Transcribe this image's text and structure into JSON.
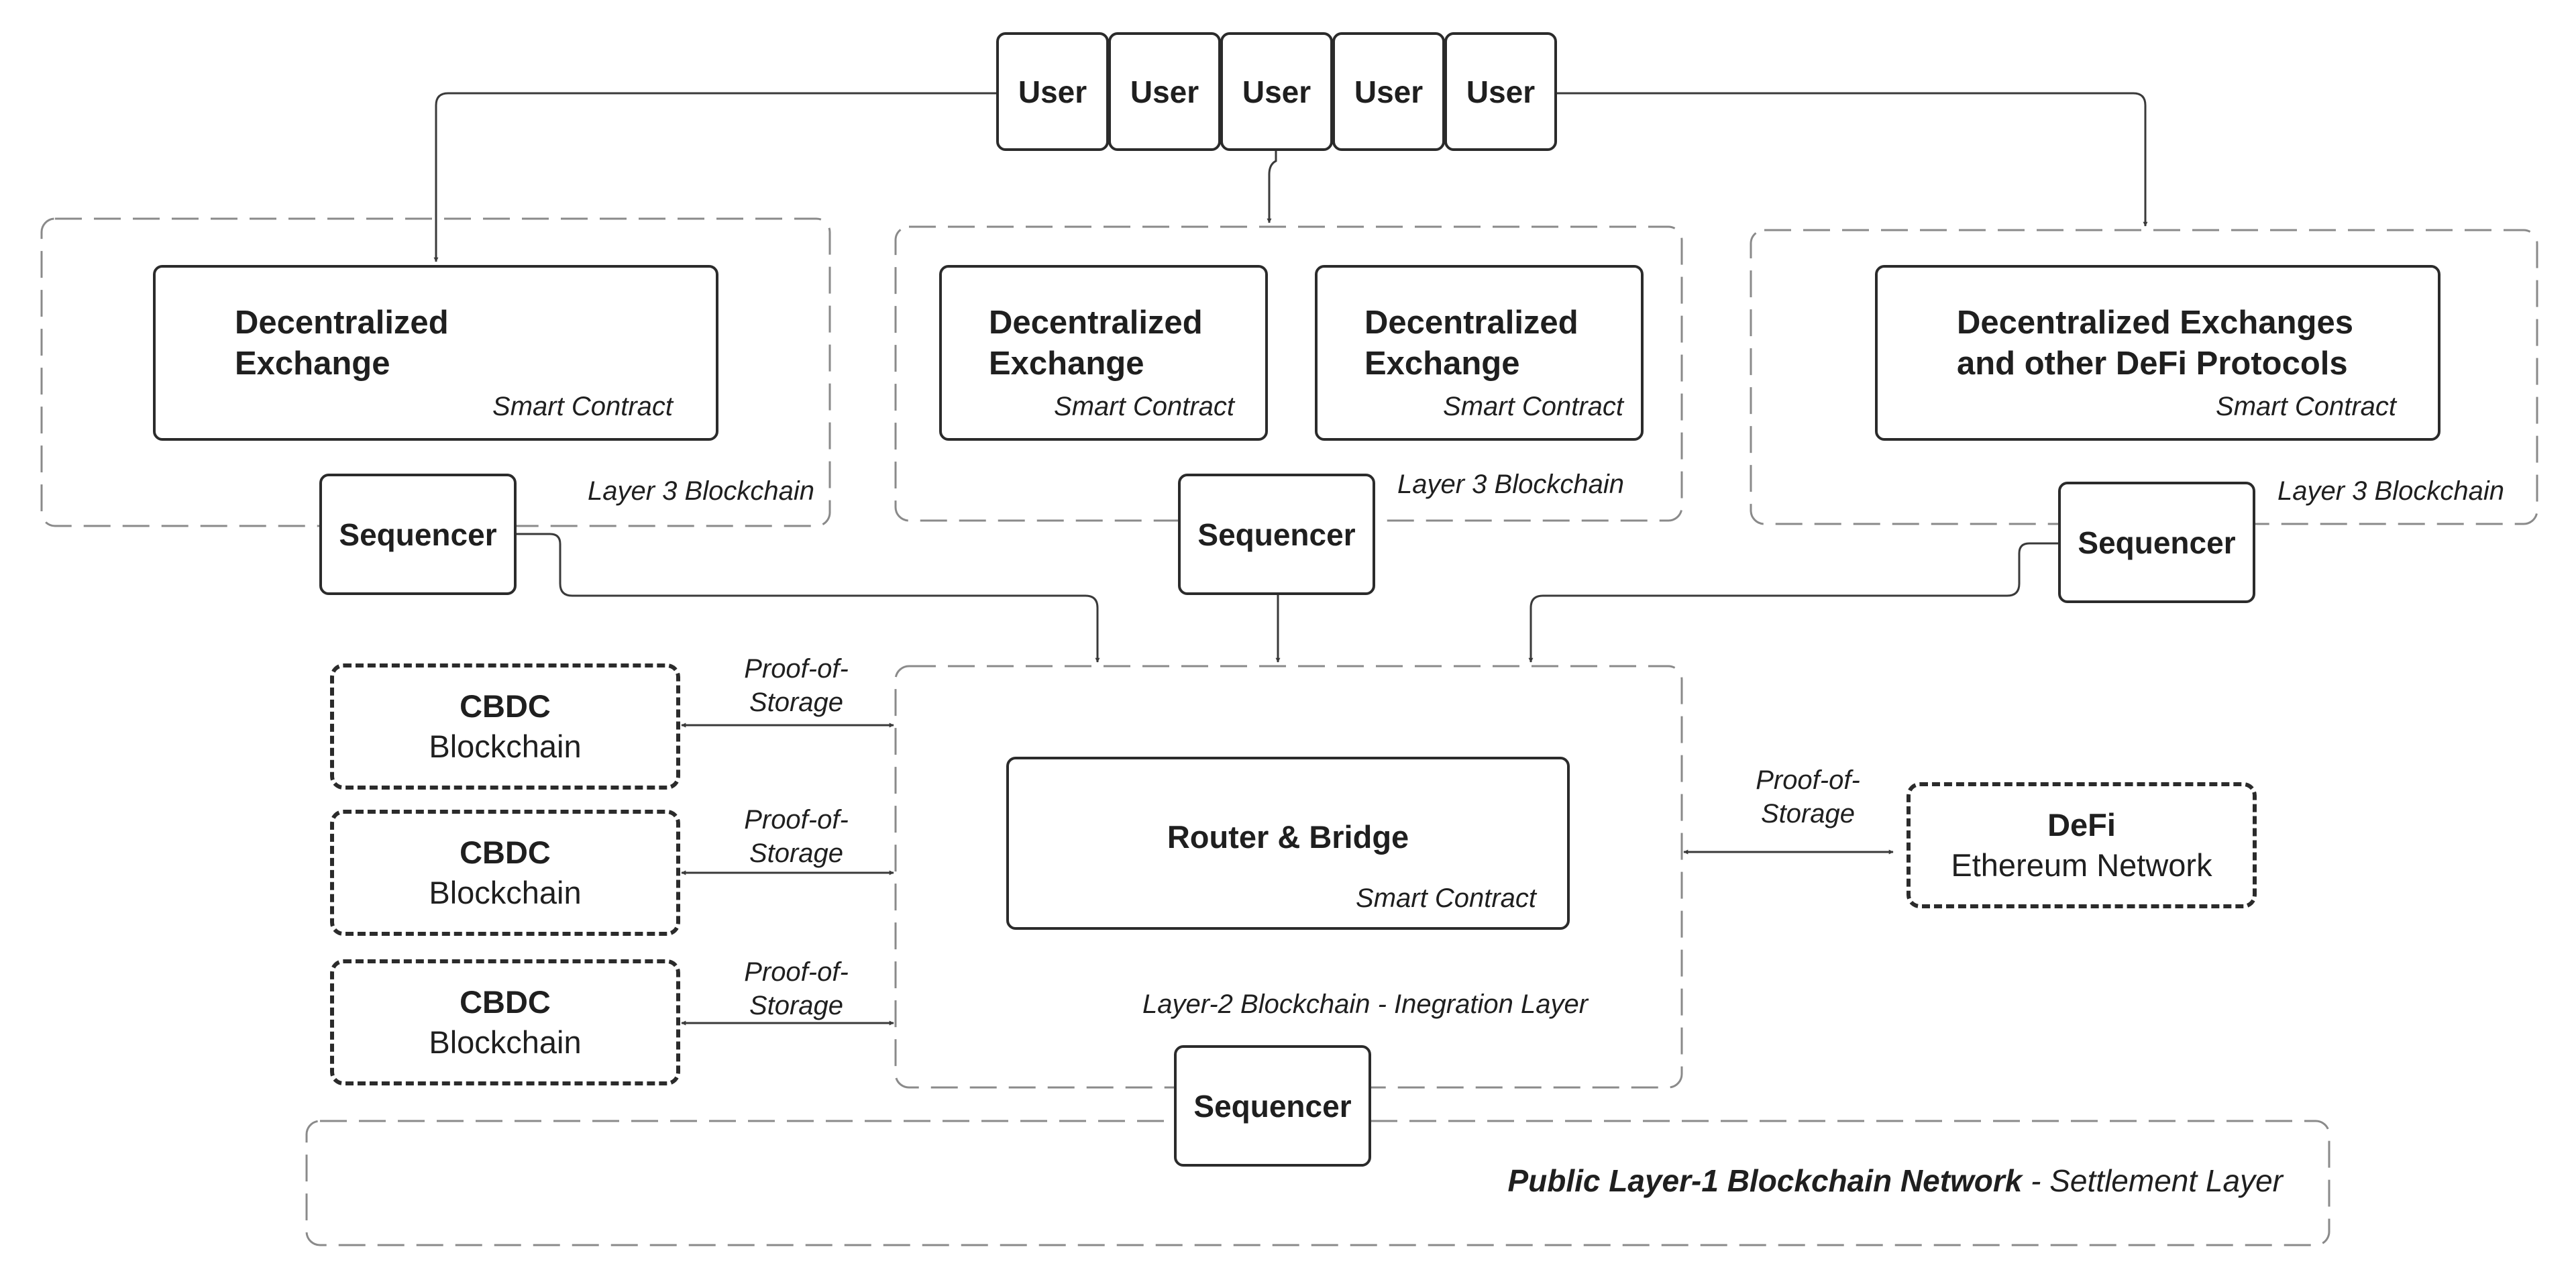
{
  "users": [
    "User",
    "User",
    "User",
    "User",
    "User"
  ],
  "layer3_left": {
    "label": "Layer 3 Blockchain",
    "contract": {
      "title_lines": [
        "Decentralized",
        "Exchange"
      ],
      "subtitle": "Smart Contract"
    },
    "sequencer": "Sequencer"
  },
  "layer3_center": {
    "label": "Layer 3 Blockchain",
    "contracts": [
      {
        "title_lines": [
          "Decentralized",
          "Exchange"
        ],
        "subtitle": "Smart Contract"
      },
      {
        "title_lines": [
          "Decentralized",
          "Exchange"
        ],
        "subtitle": "Smart Contract"
      }
    ],
    "sequencer": "Sequencer"
  },
  "layer3_right": {
    "label": "Layer 3 Blockchain",
    "contract": {
      "title_lines": [
        "Decentralized Exchanges",
        "and other DeFi Protocols"
      ],
      "subtitle": "Smart Contract"
    },
    "sequencer": "Sequencer"
  },
  "cbdc": [
    {
      "title": "CBDC",
      "subtitle": "Blockchain",
      "link_label_lines": [
        "Proof-of-",
        "Storage"
      ]
    },
    {
      "title": "CBDC",
      "subtitle": "Blockchain",
      "link_label_lines": [
        "Proof-of-",
        "Storage"
      ]
    },
    {
      "title": "CBDC",
      "subtitle": "Blockchain",
      "link_label_lines": [
        "Proof-of-",
        "Storage"
      ]
    }
  ],
  "layer2": {
    "label": "Layer-2 Blockchain - Inegration Layer",
    "router": {
      "title": "Router & Bridge",
      "subtitle": "Smart Contract"
    },
    "sequencer": "Sequencer"
  },
  "defi": {
    "title": "DeFi",
    "subtitle": "Ethereum Network",
    "link_label_lines": [
      "Proof-of-",
      "Storage"
    ]
  },
  "layer1": {
    "bold_part": "Public Layer-1 Blockchain Network",
    "rest": " - Settlement Layer"
  },
  "colors": {
    "line": "#3a3a3a",
    "border": "#2b2b2b",
    "dash": "#8a8a8a"
  }
}
